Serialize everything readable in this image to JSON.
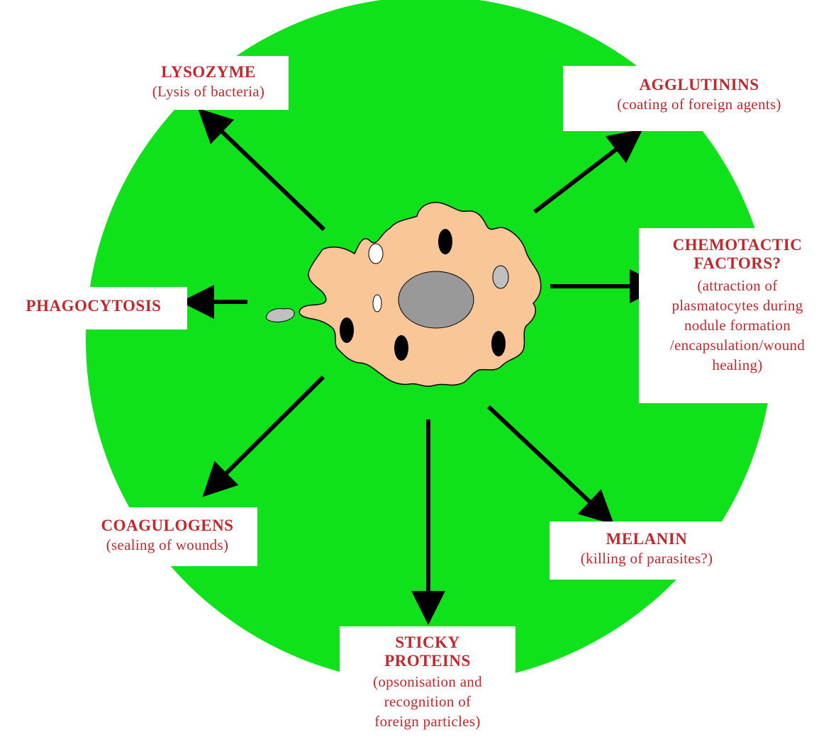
{
  "colors": {
    "background": "#ffffff",
    "circle": "#0fe21a",
    "cell": "#f8c697",
    "nucleus": "#999999",
    "granule_dark": "#000000",
    "granule_light": "#ffffff",
    "granule_grey": "#c0c0c0",
    "label_text": "#c0282d",
    "arrow": "#000000"
  },
  "labels": {
    "lysozyme": {
      "title": "LYSOZYME",
      "desc": "(Lysis of bacteria)"
    },
    "agglutinins": {
      "title": "AGGLUTININS",
      "desc": "(coating of foreign agents)"
    },
    "chemotactic": {
      "title1": "CHEMOTACTIC",
      "title2": "FACTORS?",
      "desc1": "(attraction of",
      "desc2": "plasmatocytes during",
      "desc3": "nodule formation",
      "desc4": "/encapsulation/wound",
      "desc5": "healing)"
    },
    "phagocytosis": {
      "title": "PHAGOCYTOSIS"
    },
    "coagulogens": {
      "title": "COAGULOGENS",
      "desc": "(sealing of wounds)"
    },
    "melanin": {
      "title": "MELANIN",
      "desc": "(killing of parasites?)"
    },
    "sticky": {
      "title1": "STICKY",
      "title2": "PROTEINS",
      "desc1": "(opsonisation and",
      "desc2": "recognition of",
      "desc3": "foreign particles)"
    }
  },
  "icons": {
    "cell": "hemocyte-cell-icon",
    "arrow": "arrow-icon"
  }
}
